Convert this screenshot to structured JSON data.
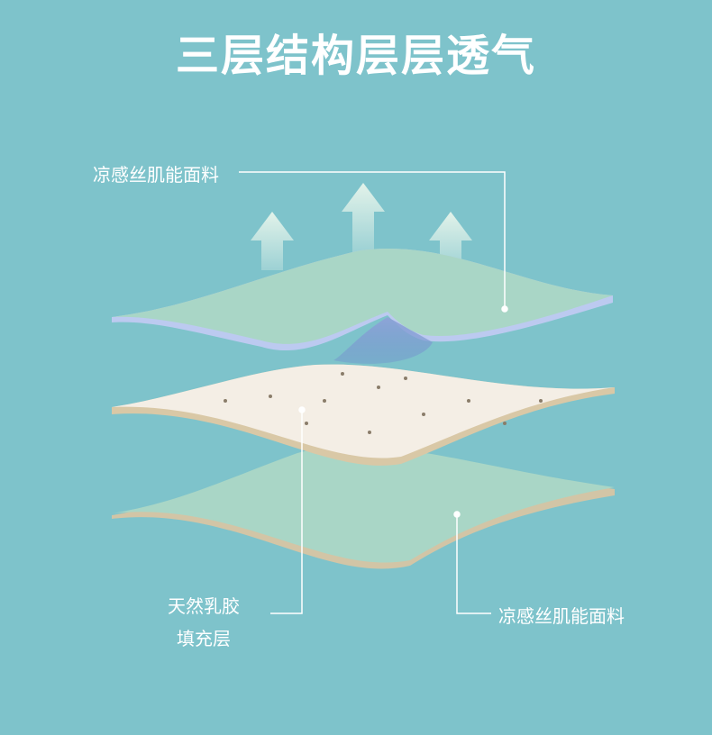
{
  "title": "三层结构层层透气",
  "labels": {
    "top_layer": "凉感丝肌能面料",
    "middle_layer_line1": "天然乳胶",
    "middle_layer_line2": "填充层",
    "bottom_layer": "凉感丝肌能面料"
  },
  "colors": {
    "background": "#7ec3cb",
    "fabric": "#a9d6c6",
    "latex": "#f3ede4",
    "arrow": "#dcefe6"
  }
}
